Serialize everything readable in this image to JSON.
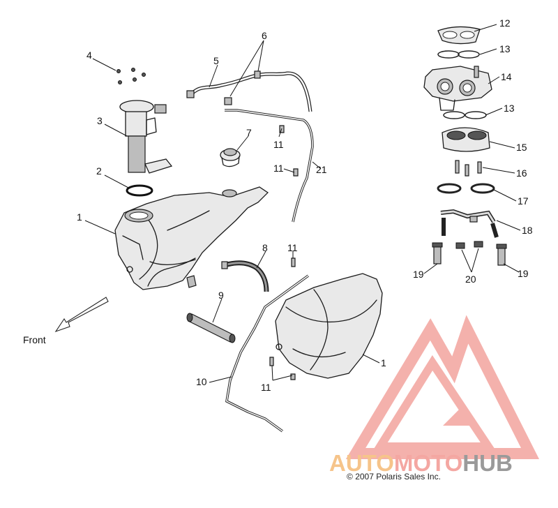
{
  "diagram": {
    "front_label": "Front",
    "copyright": "2007 Polaris Sales Inc.",
    "copyright_symbol": "©",
    "callouts": {
      "c1a": "1",
      "c1b": "1",
      "c2": "2",
      "c3": "3",
      "c4": "4",
      "c5": "5",
      "c6": "6",
      "c7": "7",
      "c8": "8",
      "c9": "9",
      "c10": "10",
      "c11a": "11",
      "c11b": "11",
      "c11c": "11",
      "c11d": "11",
      "c12": "12",
      "c13a": "13",
      "c13b": "13",
      "c14": "14",
      "c15": "15",
      "c16": "16",
      "c17": "17",
      "c18": "18",
      "c19a": "19",
      "c19b": "19",
      "c20": "20",
      "c21": "21"
    }
  },
  "watermark": {
    "part1": "AUTO",
    "part2": "MOTO",
    "part3": "HUB",
    "colors": {
      "auto": "#f6c48a",
      "moto": "#f4a7a2",
      "hub": "#9a9a9a",
      "logo": "#f3a9a4"
    }
  }
}
